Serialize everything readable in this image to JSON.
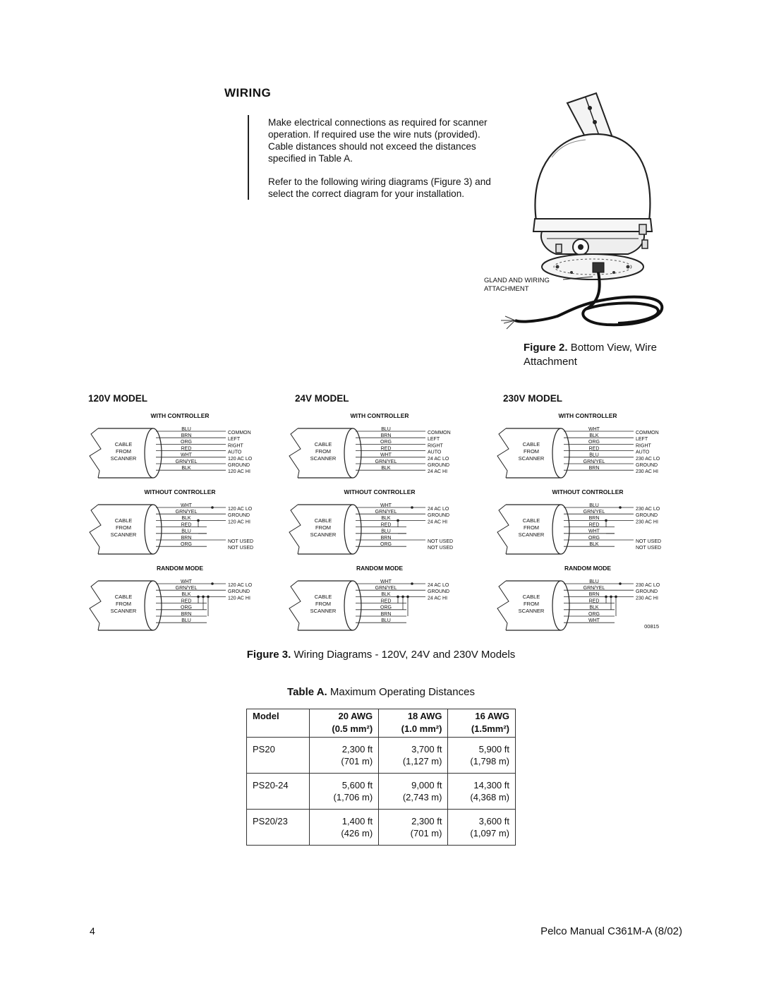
{
  "section_title": "WIRING",
  "paragraphs": [
    "Make electrical connections as required for scanner operation. If required use the wire nuts (provided). Cable distances should not exceed the distances specified in Table A.",
    "Refer to the following wiring diagrams (Figure 3) and select the correct diagram for your installation."
  ],
  "figure2": {
    "label": "Figure 2.",
    "caption": "Bottom View, Wire Attachment",
    "callout": "GLAND AND WIRING ATTACHMENT"
  },
  "diagrams": {
    "cable_label": [
      "CABLE",
      "FROM",
      "SCANNER"
    ],
    "art_number": "00815",
    "models": [
      {
        "title": "120V MODEL",
        "blocks": [
          {
            "heading": "WITH CONTROLLER",
            "wires": [
              "BLU",
              "BRN",
              "ORG",
              "RED",
              "WHT",
              "GRN/YEL",
              "BLK"
            ],
            "terminals": [
              "COMMON",
              "LEFT",
              "RIGHT",
              "AUTO",
              "120 AC LO",
              "GROUND",
              "120 AC HI"
            ]
          },
          {
            "heading": "WITHOUT CONTROLLER",
            "wires": [
              "WHT",
              "GRN/YEL",
              "BLK",
              "RED",
              "BLU",
              "BRN",
              "ORG"
            ],
            "terminals": [
              "120 AC LO",
              "GROUND",
              "120 AC HI",
              "NOT USED",
              "NOT USED"
            ]
          },
          {
            "heading": "RANDOM MODE",
            "wires": [
              "WHT",
              "GRN/YEL",
              "BLK",
              "RED",
              "ORG",
              "BRN",
              "BLU"
            ],
            "terminals": [
              "120 AC LO",
              "GROUND",
              "120 AC HI"
            ]
          }
        ]
      },
      {
        "title": "24V MODEL",
        "blocks": [
          {
            "heading": "WITH CONTROLLER",
            "wires": [
              "BLU",
              "BRN",
              "ORG",
              "RED",
              "WHT",
              "GRN/YEL",
              "BLK"
            ],
            "terminals": [
              "COMMON",
              "LEFT",
              "RIGHT",
              "AUTO",
              "24 AC LO",
              "GROUND",
              "24 AC HI"
            ]
          },
          {
            "heading": "WITHOUT CONTROLLER",
            "wires": [
              "WHT",
              "GRN/YEL",
              "BLK",
              "RED",
              "BLU",
              "BRN",
              "ORG"
            ],
            "terminals": [
              "24 AC LO",
              "GROUND",
              "24 AC HI",
              "NOT USED",
              "NOT USED"
            ]
          },
          {
            "heading": "RANDOM MODE",
            "wires": [
              "WHT",
              "GRN/YEL",
              "BLK",
              "RED",
              "ORG",
              "BRN",
              "BLU"
            ],
            "terminals": [
              "24 AC LO",
              "GROUND",
              "24 AC HI"
            ]
          }
        ]
      },
      {
        "title": "230V MODEL",
        "blocks": [
          {
            "heading": "WITH CONTROLLER",
            "wires": [
              "WHT",
              "BLK",
              "ORG",
              "RED",
              "BLU",
              "GRN/YEL",
              "BRN"
            ],
            "terminals": [
              "COMMON",
              "LEFT",
              "RIGHT",
              "AUTO",
              "230 AC LO",
              "GROUND",
              "230 AC HI"
            ]
          },
          {
            "heading": "WITHOUT CONTROLLER",
            "wires": [
              "BLU",
              "GRN/YEL",
              "BRN",
              "RED",
              "WHT",
              "ORG",
              "BLK"
            ],
            "terminals": [
              "230 AC LO",
              "GROUND",
              "230 AC HI",
              "NOT USED",
              "NOT USED"
            ]
          },
          {
            "heading": "RANDOM MODE",
            "wires": [
              "BLU",
              "GRN/YEL",
              "BRN",
              "RED",
              "BLK",
              "ORG",
              "WHT"
            ],
            "terminals": [
              "230 AC LO",
              "GROUND",
              "230 AC HI"
            ]
          }
        ]
      }
    ]
  },
  "figure3": {
    "label": "Figure 3.",
    "caption": "Wiring Diagrams - 120V, 24V and 230V Models"
  },
  "tableA": {
    "label": "Table A.",
    "caption": "Maximum Operating Distances",
    "headers": [
      {
        "line1": "Model",
        "line2": ""
      },
      {
        "line1": "20 AWG",
        "line2": "(0.5 mm²)"
      },
      {
        "line1": "18 AWG",
        "line2": "(1.0 mm²)"
      },
      {
        "line1": "16 AWG",
        "line2": "(1.5mm²)"
      }
    ],
    "rows": [
      {
        "model": "PS20",
        "ft": [
          "2,300 ft",
          "3,700 ft",
          "5,900 ft"
        ],
        "m": [
          "(701 m)",
          "(1,127 m)",
          "(1,798 m)"
        ]
      },
      {
        "model": "PS20-24",
        "ft": [
          "5,600 ft",
          "9,000 ft",
          "14,300 ft"
        ],
        "m": [
          "(1,706 m)",
          "(2,743 m)",
          "(4,368 m)"
        ]
      },
      {
        "model": "PS20/23",
        "ft": [
          "1,400 ft",
          "2,300 ft",
          "3,600 ft"
        ],
        "m": [
          "(426 m)",
          "(701 m)",
          "(1,097 m)"
        ]
      }
    ]
  },
  "footer": {
    "page_number": "4",
    "manual": "Pelco Manual C361M-A (8/02)"
  }
}
